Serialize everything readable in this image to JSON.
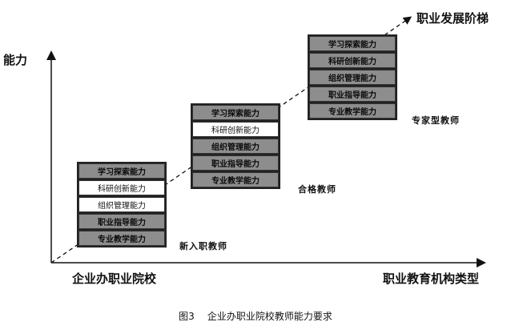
{
  "axes": {
    "y_label": "能力",
    "x_left_label": "企业办职业院校",
    "x_right_label": "职业教育机构类型",
    "diagonal_label": "职业发展阶梯"
  },
  "stages": [
    {
      "name": "新入职教师",
      "cells": [
        {
          "text": "学习探索能力",
          "style": "dark"
        },
        {
          "text": "科研创新能力",
          "style": "light"
        },
        {
          "text": "组织管理能力",
          "style": "light"
        },
        {
          "text": "职业指导能力",
          "style": "dark"
        },
        {
          "text": "专业教学能力",
          "style": "dark"
        }
      ]
    },
    {
      "name": "合格教师",
      "cells": [
        {
          "text": "学习探索能力",
          "style": "dark"
        },
        {
          "text": "科研创新能力",
          "style": "light"
        },
        {
          "text": "组织管理能力",
          "style": "dark"
        },
        {
          "text": "职业指导能力",
          "style": "dark"
        },
        {
          "text": "专业教学能力",
          "style": "dark"
        }
      ]
    },
    {
      "name": "专家型教师",
      "cells": [
        {
          "text": "学习探索能力",
          "style": "dark"
        },
        {
          "text": "科研创新能力",
          "style": "dark"
        },
        {
          "text": "组织管理能力",
          "style": "dark"
        },
        {
          "text": "职业指导能力",
          "style": "dark"
        },
        {
          "text": "专业教学能力",
          "style": "dark"
        }
      ]
    }
  ],
  "caption": {
    "number": "图3",
    "text": "企业办职业院校教师能力要求"
  }
}
